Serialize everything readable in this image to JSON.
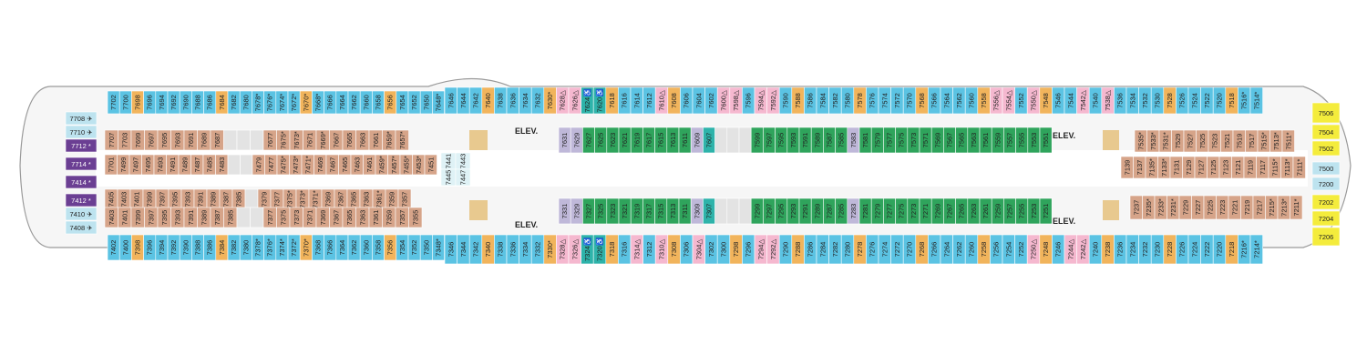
{
  "colors": {
    "hull": "#f6f6f6",
    "outline": "#9a9a9a",
    "corridor": "#ffffff",
    "blue": "#5bc3e3",
    "orange": "#f1b45c",
    "pink": "#f5b8cf",
    "brown": "#d6a489",
    "green": "#2fa45c",
    "teal": "#2eb3aa",
    "purple": "#6b3f93",
    "lavender": "#bfb8d9",
    "yellow": "#f4ec3c",
    "red": "#e36b7f",
    "lightblue": "#bde3ef",
    "grey": "#e3e3e3",
    "tan": "#e8c98f"
  },
  "labels": {
    "elev_fwd_left": "ELEV.",
    "elev_fwd_right": "ELEV.",
    "elev_aft_left": "ELEV.",
    "elev_aft_right": "ELEV."
  },
  "aft_rooms": [
    {
      "id": "7708",
      "t": "7708 ✈"
    },
    {
      "id": "7710",
      "t": "7710 ✈"
    },
    {
      "id": "7712",
      "t": "7712 *"
    },
    {
      "id": "7714",
      "t": "7714 *"
    },
    {
      "id": "7414",
      "t": "7414 *"
    },
    {
      "id": "7412",
      "t": "7412 *"
    },
    {
      "id": "7410",
      "t": "7410 ✈"
    },
    {
      "id": "7408",
      "t": "7408 ✈"
    }
  ],
  "bow_rooms": [
    "7506",
    "7504",
    "7502",
    "7500",
    "7200",
    "7202",
    "7204",
    "7206"
  ],
  "top_row_a": [
    "7702",
    "7700",
    "7698",
    "7696",
    "7694",
    "7692",
    "7690",
    "7688",
    "7686",
    "7684",
    "7682",
    "7680",
    "7678*",
    "7676*",
    "7674*",
    "7672*",
    "7670*",
    "7668*",
    "7666",
    "7664",
    "7662",
    "7660",
    "7658",
    "7656",
    "7654",
    "7652",
    "7650",
    "7648*"
  ],
  "top_row_b": [
    "7646",
    "7644",
    "7642",
    "7640",
    "7638",
    "7636",
    "7634",
    "7632",
    "7630*",
    "7628△",
    "7626△",
    "7624♿",
    "7620♿",
    "7618",
    "7616",
    "7614",
    "7612",
    "7610△",
    "7608",
    "7606",
    "7604",
    "7602",
    "7600△",
    "7598△",
    "7596",
    "7594△",
    "7592△",
    "7590",
    "7588",
    "7586",
    "7584",
    "7582",
    "7580",
    "7578",
    "7576",
    "7574",
    "7572",
    "7570",
    "7568",
    "7566",
    "7564",
    "7562",
    "7560",
    "7558",
    "7556△",
    "7554△",
    "7552",
    "7550△",
    "7548",
    "7546",
    "7544",
    "7542△",
    "7540",
    "7538△",
    "7536",
    "7534",
    "7532",
    "7530",
    "7528",
    "7526",
    "7524",
    "7522",
    "7520",
    "7518",
    "7516*",
    "7514*"
  ],
  "bottom_row_a": [
    "7402",
    "7400",
    "7398",
    "7396",
    "7394",
    "7392",
    "7390",
    "7388",
    "7386",
    "7384",
    "7382",
    "7380",
    "7378*",
    "7376*",
    "7374*",
    "7372*",
    "7370*",
    "7368",
    "7366",
    "7364",
    "7362",
    "7360",
    "7358",
    "7356",
    "7354",
    "7352",
    "7350",
    "7348*"
  ],
  "bottom_row_b": [
    "7346",
    "7344",
    "7342",
    "7340",
    "7338",
    "7336",
    "7334",
    "7332",
    "7330*",
    "7328△",
    "7326△",
    "7324♿",
    "7320♿",
    "7318",
    "7316",
    "7314△",
    "7312",
    "7310△",
    "7308",
    "7306",
    "7304△",
    "7302",
    "7300",
    "7298",
    "7296",
    "7294△",
    "7292△",
    "7290",
    "7288",
    "7286",
    "7284",
    "7282",
    "7280",
    "7278",
    "7276",
    "7274",
    "7272",
    "7270",
    "7268",
    "7266",
    "7264",
    "7262",
    "7260",
    "7258",
    "7256",
    "7254",
    "7252",
    "7250△",
    "7248",
    "7246",
    "7244△",
    "7242△",
    "7240",
    "7238",
    "7236",
    "7234",
    "7232",
    "7230",
    "7228",
    "7226",
    "7224",
    "7222",
    "7220",
    "7218",
    "7216*",
    "7214*"
  ],
  "inner_top_a": [
    "7707",
    "7703",
    "7699",
    "7697",
    "7695",
    "7693",
    "7691",
    "7689",
    "7687",
    "",
    "",
    "",
    "7677",
    "7675*",
    "7673*",
    "7671",
    "7669*",
    "7667",
    "7665",
    "7663",
    "7661",
    "7659*",
    "7657*"
  ],
  "inner_top_b": [
    "7701",
    "7499",
    "7497",
    "7495",
    "7493",
    "7491",
    "7489",
    "7487",
    "7485",
    "7483",
    "",
    "",
    "7479",
    "7477",
    "7475*",
    "7473*",
    "7471*",
    "7469",
    "7467",
    "7465",
    "7463",
    "7461",
    "7459*",
    "7457*",
    "7455*",
    "7453*",
    "7451"
  ],
  "inner_bot_a": [
    "7405",
    "7403",
    "7401",
    "7399",
    "7397",
    "7395",
    "7393",
    "7391",
    "7389",
    "7387",
    "7385",
    "",
    "7379",
    "7377",
    "7375*",
    "7373*",
    "7371*",
    "7369",
    "7367",
    "7365",
    "7363",
    "7361*",
    "7359",
    "7357"
  ],
  "inner_bot_b": [
    "7403",
    "7401",
    "7399",
    "7397",
    "7395",
    "7393",
    "7391",
    "7389",
    "7387",
    "7385",
    "",
    "",
    "7377",
    "7375",
    "7373",
    "7371",
    "7369",
    "7367",
    "7365",
    "7363",
    "7361",
    "7359",
    "7357",
    "7355"
  ],
  "center_rooms": [
    "7441",
    "7443",
    "7445",
    "7447"
  ],
  "mid_top": [
    "7631",
    "7629",
    "7627",
    "7625",
    "7623",
    "7621",
    "7619",
    "7617",
    "7615",
    "7613",
    "7611",
    "7609",
    "7607",
    "",
    "",
    "",
    "7599",
    "7597",
    "7595",
    "7593",
    "7591",
    "7589",
    "7587",
    "7585",
    "7583",
    "7581",
    "7579",
    "7577",
    "7575",
    "7573",
    "7571",
    "7569",
    "7567",
    "7565",
    "7563",
    "7561",
    "7559",
    "7557",
    "7555",
    "7553",
    "7551"
  ],
  "mid_bot": [
    "7331",
    "7329",
    "7327",
    "7325",
    "7323",
    "7321",
    "7319",
    "7317",
    "7315",
    "7313",
    "7311",
    "7309",
    "7307",
    "",
    "",
    "",
    "7299",
    "7297",
    "7295",
    "7293",
    "7291",
    "7289",
    "7287",
    "7285",
    "7283",
    "7281",
    "7279",
    "7277",
    "7275",
    "7273",
    "7271",
    "7269",
    "7267",
    "7265",
    "7263",
    "7261",
    "7259",
    "7257",
    "7255",
    "7253",
    "7251"
  ],
  "fwd_top": [
    "7139",
    "7137",
    "7135*",
    "7133*",
    "7131",
    "7129",
    "7127",
    "7125",
    "7123",
    "7121",
    "7119",
    "7117",
    "7115*",
    "7113*",
    "7111*"
  ],
  "fwd_top_b": [
    "7535*",
    "7533*",
    "7531*",
    "7529",
    "7527",
    "7525",
    "7523",
    "7521",
    "7519",
    "7517",
    "7515*",
    "7513*",
    "7511*"
  ],
  "fwd_bot": [
    "7237",
    "7235*",
    "7233*",
    "7231*",
    "7229",
    "7227",
    "7225",
    "7223",
    "7221",
    "7219",
    "7217",
    "7215*",
    "7213*",
    "7211*"
  ]
}
